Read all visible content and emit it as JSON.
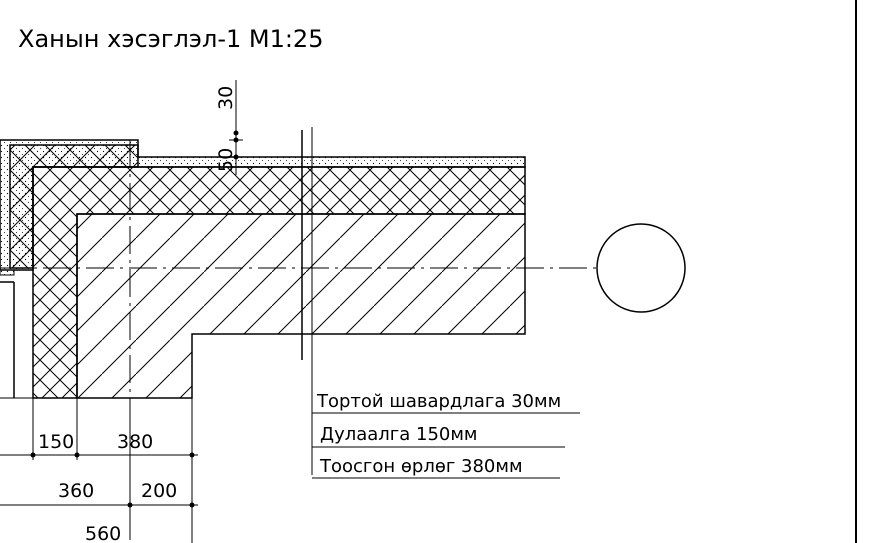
{
  "title": "Ханын хэсэглэл-1 М1:25",
  "dimensions": {
    "vertical": [
      "30",
      "50"
    ],
    "row1": [
      "150",
      "380"
    ],
    "row2": [
      "360",
      "200"
    ],
    "row3": [
      "560"
    ]
  },
  "legend": [
    "Тортой шавардлага 30мм",
    "Дулаалга 150мм",
    "Тоосгон өрлөг 380мм"
  ],
  "colors": {
    "line": "#000000",
    "background": "#ffffff"
  }
}
